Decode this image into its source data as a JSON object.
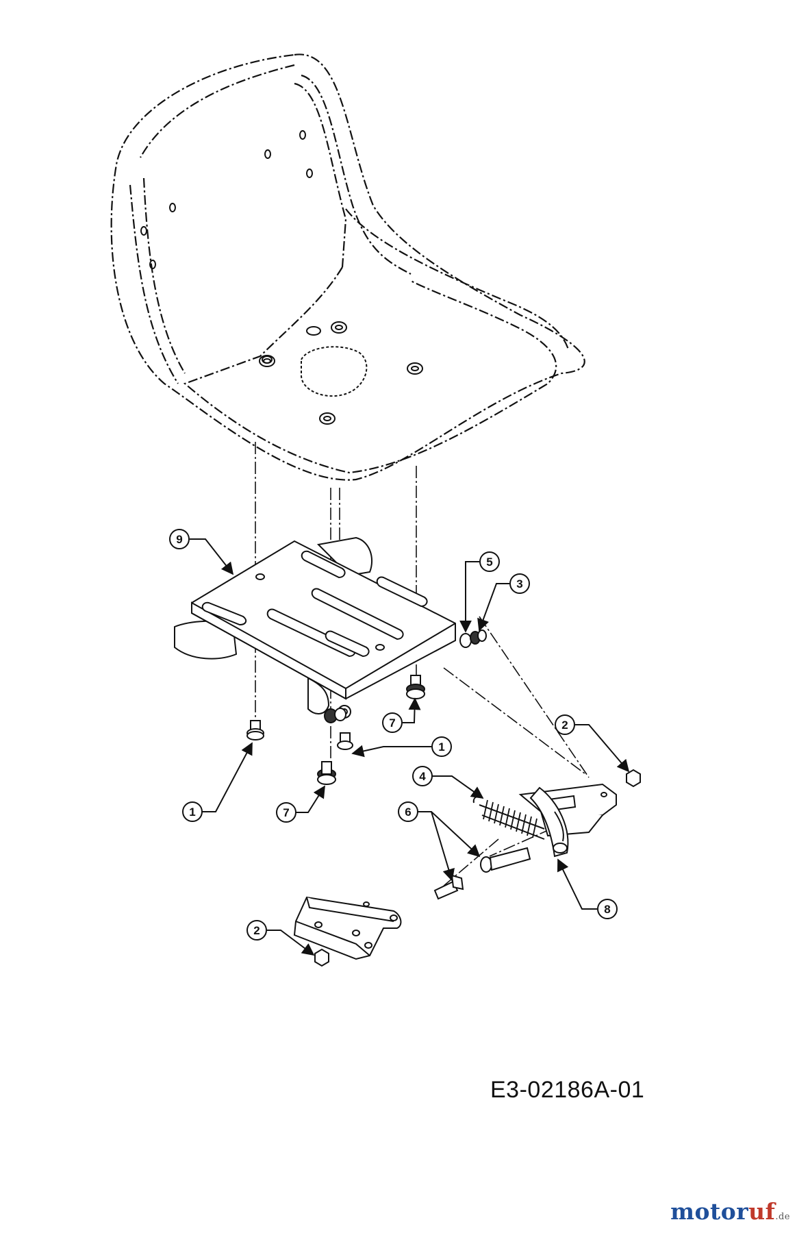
{
  "diagram": {
    "drawing_number": "E3-02186A-01",
    "watermark": {
      "part1": "motor",
      "part2": "uf",
      "tld": ".de"
    },
    "callouts": [
      "9",
      "5",
      "3",
      "7",
      "1",
      "2",
      "4",
      "6",
      "7",
      "1",
      "8",
      "2"
    ]
  }
}
